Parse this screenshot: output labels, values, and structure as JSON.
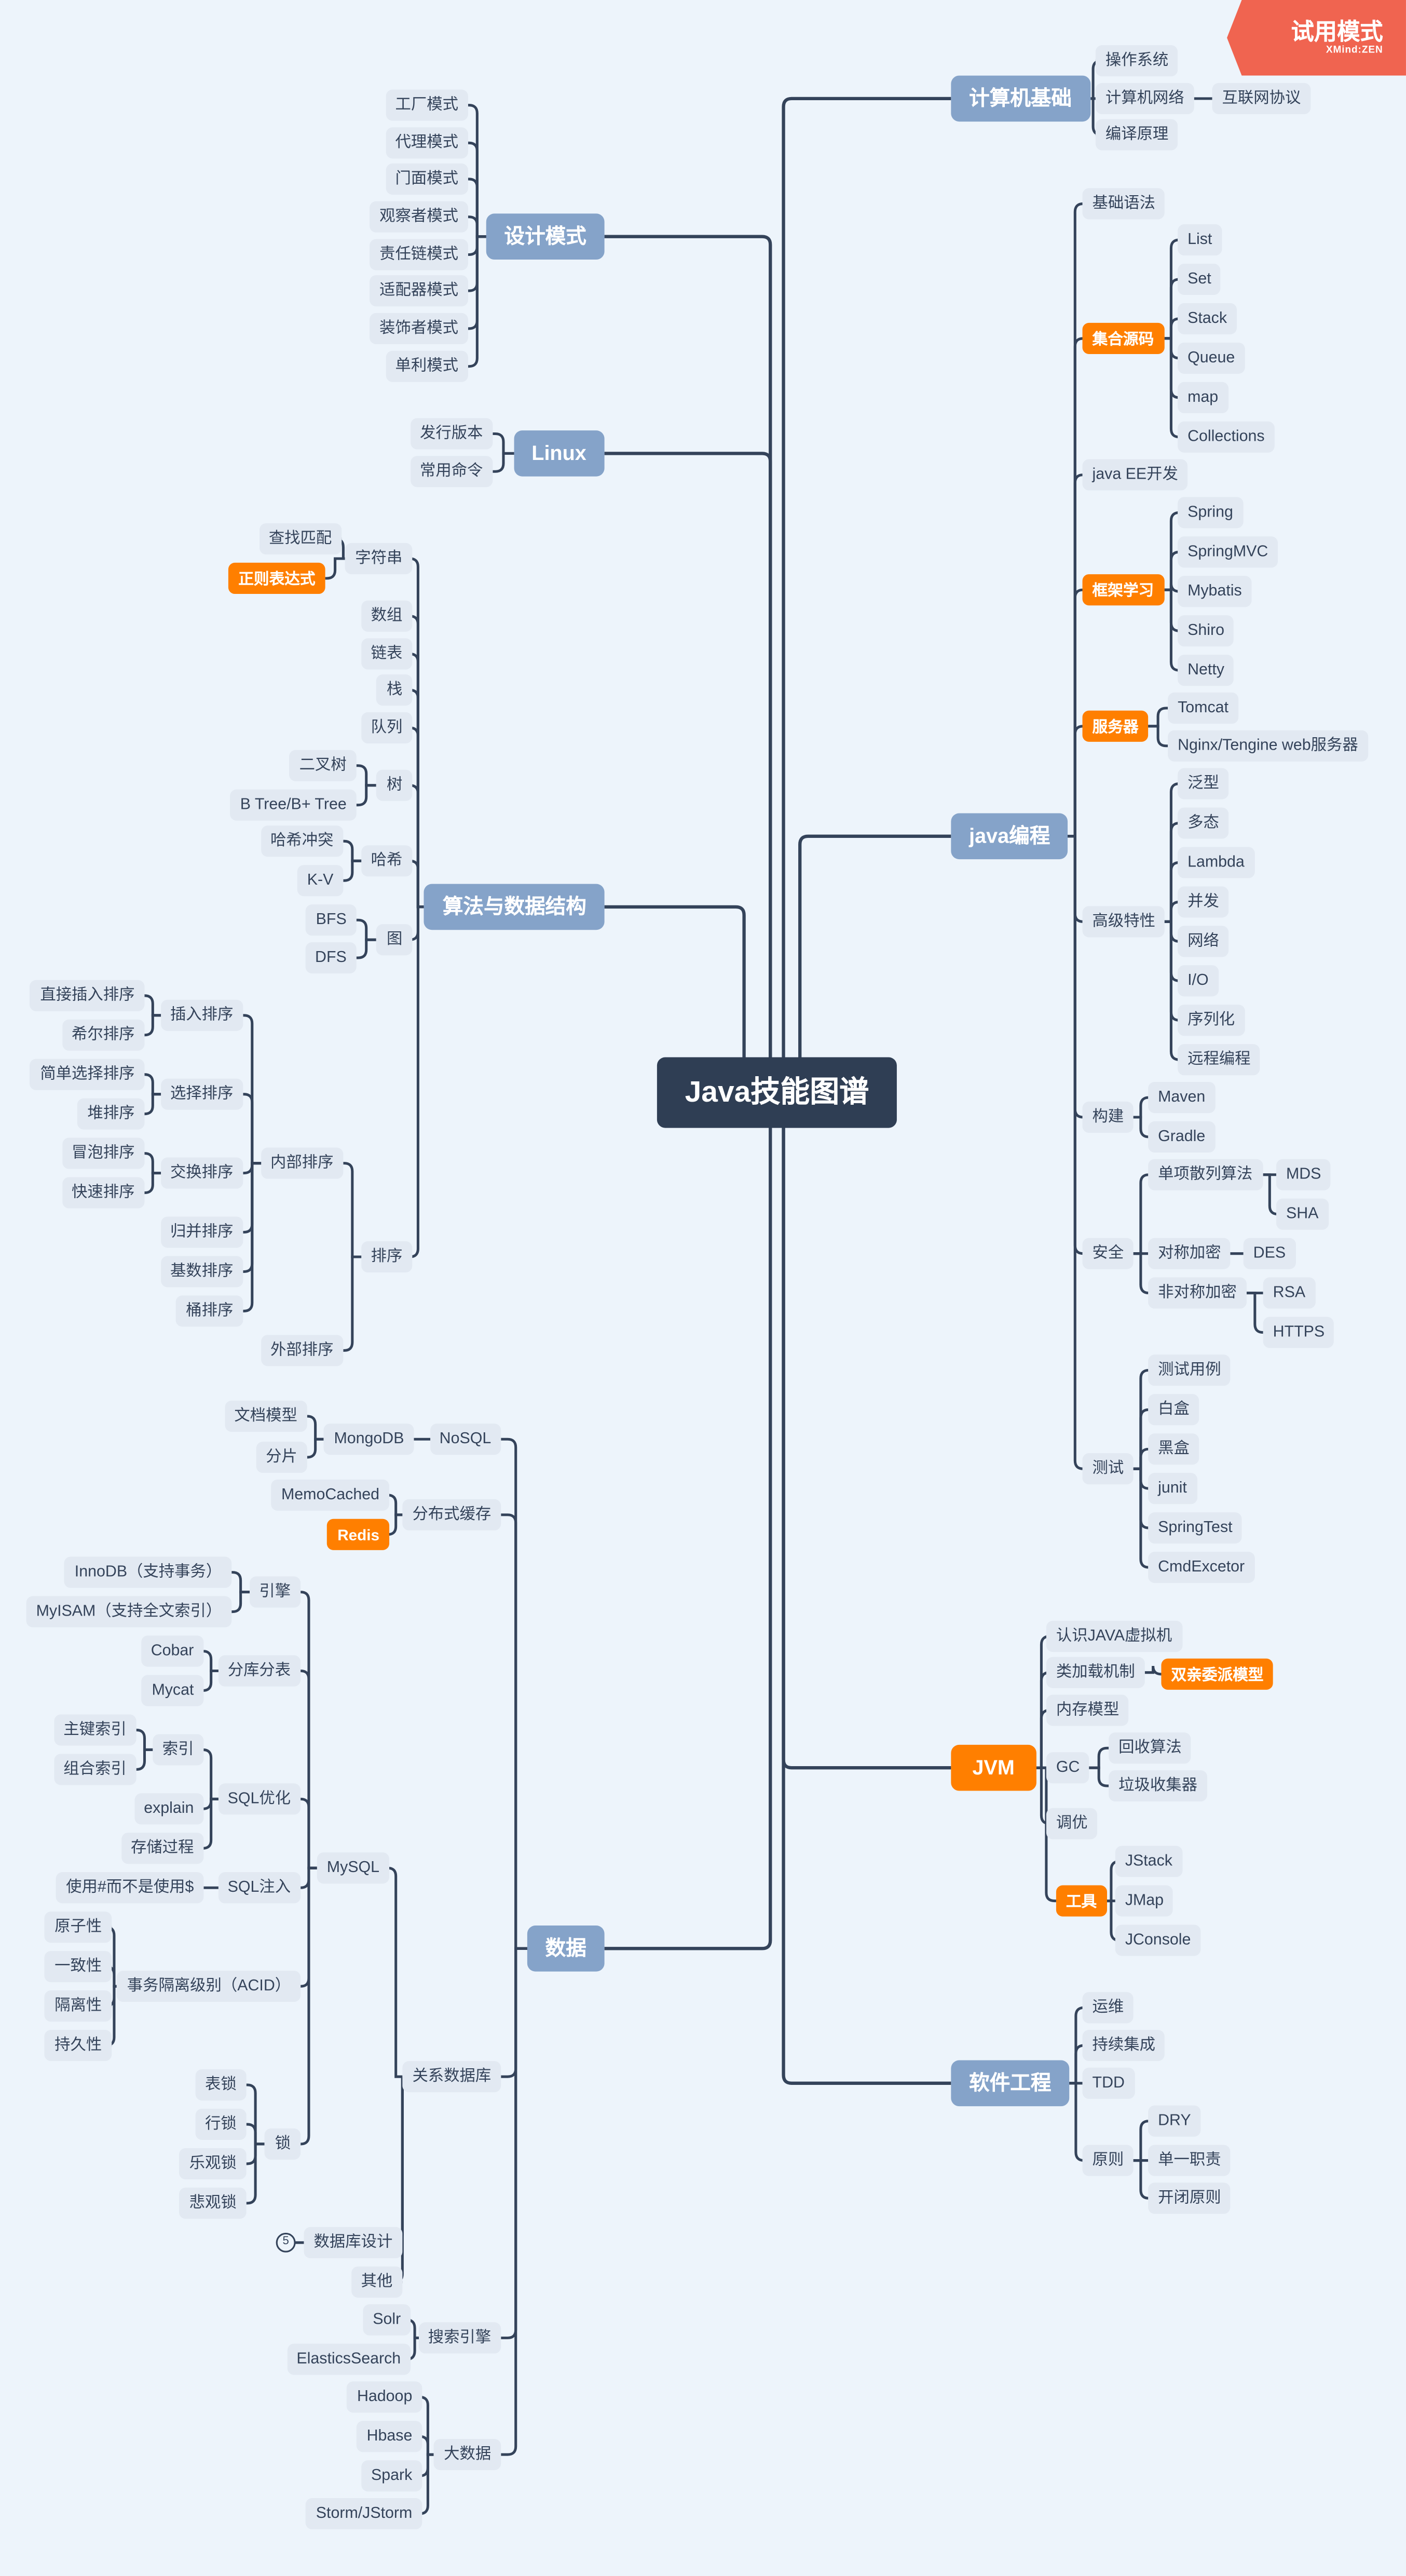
{
  "badge": {
    "title": "试用模式",
    "subtitle": "XMind:ZEN"
  },
  "colors": {
    "background": "#edf4fb",
    "root": "#2f3e54",
    "branch": "#85a3c9",
    "highlight": "#ff7f00",
    "line": "#34435a",
    "badge": "#f06450"
  },
  "root": {
    "label": "Java技能图谱",
    "children": [
      {
        "label": "计算机基础",
        "children": [
          {
            "label": "操作系统"
          },
          {
            "label": "计算机网络",
            "children": [
              {
                "label": "互联网协议"
              }
            ]
          },
          {
            "label": "编译原理"
          }
        ]
      },
      {
        "label": "java编程",
        "children": [
          {
            "label": "基础语法"
          },
          {
            "label": "集合源码",
            "highlight": true,
            "children": [
              {
                "label": "List"
              },
              {
                "label": "Set"
              },
              {
                "label": "Stack"
              },
              {
                "label": "Queue"
              },
              {
                "label": "map"
              },
              {
                "label": "Collections"
              }
            ]
          },
          {
            "label": "java EE开发"
          },
          {
            "label": "框架学习",
            "highlight": true,
            "children": [
              {
                "label": "Spring"
              },
              {
                "label": "SpringMVC"
              },
              {
                "label": "Mybatis"
              },
              {
                "label": "Shiro"
              },
              {
                "label": "Netty"
              }
            ]
          },
          {
            "label": "服务器",
            "highlight": true,
            "children": [
              {
                "label": "Tomcat"
              },
              {
                "label": "Nginx/Tengine web服务器"
              }
            ]
          },
          {
            "label": "高级特性",
            "children": [
              {
                "label": "泛型"
              },
              {
                "label": "多态"
              },
              {
                "label": "Lambda"
              },
              {
                "label": "并发"
              },
              {
                "label": "网络"
              },
              {
                "label": "I/O"
              },
              {
                "label": "序列化"
              },
              {
                "label": "远程编程"
              }
            ]
          },
          {
            "label": "构建",
            "children": [
              {
                "label": "Maven"
              },
              {
                "label": "Gradle"
              }
            ]
          },
          {
            "label": "安全",
            "children": [
              {
                "label": "单项散列算法",
                "children": [
                  {
                    "label": "MDS"
                  },
                  {
                    "label": "SHA"
                  }
                ]
              },
              {
                "label": "对称加密",
                "children": [
                  {
                    "label": "DES"
                  }
                ]
              },
              {
                "label": "非对称加密",
                "children": [
                  {
                    "label": "RSA"
                  },
                  {
                    "label": "HTTPS"
                  }
                ]
              }
            ]
          },
          {
            "label": "测试",
            "children": [
              {
                "label": "测试用例"
              },
              {
                "label": "白盒"
              },
              {
                "label": "黑盒"
              },
              {
                "label": "junit"
              },
              {
                "label": "SpringTest"
              },
              {
                "label": "CmdExcetor"
              }
            ]
          }
        ]
      },
      {
        "label": "JVM",
        "highlight": true,
        "children": [
          {
            "label": "认识JAVA虚拟机"
          },
          {
            "label": "类加载机制",
            "children": [
              {
                "label": "双亲委派模型",
                "highlight": true
              }
            ]
          },
          {
            "label": "内存模型"
          },
          {
            "label": "GC",
            "children": [
              {
                "label": "回收算法"
              },
              {
                "label": "垃圾收集器"
              }
            ]
          },
          {
            "label": "调优"
          },
          {
            "label": "工具",
            "highlight": true,
            "children": [
              {
                "label": "JStack"
              },
              {
                "label": "JMap"
              },
              {
                "label": "JConsole"
              }
            ]
          }
        ]
      },
      {
        "label": "软件工程",
        "children": [
          {
            "label": "运维"
          },
          {
            "label": "持续集成"
          },
          {
            "label": "TDD"
          },
          {
            "label": "原则",
            "children": [
              {
                "label": "DRY"
              },
              {
                "label": "单一职责"
              },
              {
                "label": "开闭原则"
              }
            ]
          }
        ]
      },
      {
        "label": "设计模式",
        "children": [
          {
            "label": "工厂模式"
          },
          {
            "label": "代理模式"
          },
          {
            "label": "门面模式"
          },
          {
            "label": "观察者模式"
          },
          {
            "label": "责任链模式"
          },
          {
            "label": "适配器模式"
          },
          {
            "label": "装饰者模式"
          },
          {
            "label": "单利模式"
          }
        ]
      },
      {
        "label": "Linux",
        "children": [
          {
            "label": "发行版本"
          },
          {
            "label": "常用命令"
          }
        ]
      },
      {
        "label": "算法与数据结构",
        "children": [
          {
            "label": "字符串",
            "children": [
              {
                "label": "查找匹配"
              },
              {
                "label": "正则表达式",
                "highlight": true
              }
            ]
          },
          {
            "label": "数组"
          },
          {
            "label": "链表"
          },
          {
            "label": "栈"
          },
          {
            "label": "队列"
          },
          {
            "label": "树",
            "children": [
              {
                "label": "二叉树"
              },
              {
                "label": "B Tree/B+ Tree"
              }
            ]
          },
          {
            "label": "哈希",
            "children": [
              {
                "label": "哈希冲突"
              },
              {
                "label": "K-V"
              }
            ]
          },
          {
            "label": "图",
            "children": [
              {
                "label": "BFS"
              },
              {
                "label": "DFS"
              }
            ]
          },
          {
            "label": "排序",
            "children": [
              {
                "label": "内部排序",
                "children": [
                  {
                    "label": "插入排序",
                    "children": [
                      {
                        "label": "直接插入排序"
                      },
                      {
                        "label": "希尔排序"
                      }
                    ]
                  },
                  {
                    "label": "选择排序",
                    "children": [
                      {
                        "label": "简单选择排序"
                      },
                      {
                        "label": "堆排序"
                      }
                    ]
                  },
                  {
                    "label": "交换排序",
                    "children": [
                      {
                        "label": "冒泡排序"
                      },
                      {
                        "label": "快速排序"
                      }
                    ]
                  },
                  {
                    "label": "归并排序"
                  },
                  {
                    "label": "基数排序"
                  },
                  {
                    "label": "桶排序"
                  }
                ]
              },
              {
                "label": "外部排序"
              }
            ]
          }
        ]
      },
      {
        "label": "数据",
        "children": [
          {
            "label": "NoSQL",
            "children": [
              {
                "label": "MongoDB",
                "children": [
                  {
                    "label": "文档模型"
                  },
                  {
                    "label": "分片"
                  }
                ]
              }
            ]
          },
          {
            "label": "分布式缓存",
            "children": [
              {
                "label": "MemoCached"
              },
              {
                "label": "Redis",
                "highlight": true
              }
            ]
          },
          {
            "label": "关系数据库",
            "children": [
              {
                "label": "MySQL",
                "children": [
                  {
                    "label": "引擎",
                    "children": [
                      {
                        "label": "InnoDB（支持事务）"
                      },
                      {
                        "label": "MyISAM（支持全文索引）"
                      }
                    ]
                  },
                  {
                    "label": "分库分表",
                    "children": [
                      {
                        "label": "Cobar"
                      },
                      {
                        "label": "Mycat"
                      }
                    ]
                  },
                  {
                    "label": "SQL优化",
                    "children": [
                      {
                        "label": "索引",
                        "children": [
                          {
                            "label": "主键索引"
                          },
                          {
                            "label": "组合索引"
                          }
                        ]
                      },
                      {
                        "label": "explain"
                      },
                      {
                        "label": "存储过程"
                      }
                    ]
                  },
                  {
                    "label": "SQL注入",
                    "children": [
                      {
                        "label": "使用#而不是使用$"
                      }
                    ]
                  },
                  {
                    "label": "事务隔离级别（ACID）",
                    "children": [
                      {
                        "label": "原子性"
                      },
                      {
                        "label": "一致性"
                      },
                      {
                        "label": "隔离性"
                      },
                      {
                        "label": "持久性"
                      }
                    ]
                  },
                  {
                    "label": "锁",
                    "children": [
                      {
                        "label": "表锁"
                      },
                      {
                        "label": "行锁"
                      },
                      {
                        "label": "乐观锁"
                      },
                      {
                        "label": "悲观锁"
                      }
                    ]
                  }
                ]
              },
              {
                "label": "数据库设计",
                "marker": "5"
              },
              {
                "label": "其他"
              }
            ]
          },
          {
            "label": "搜索引擎",
            "children": [
              {
                "label": "Solr"
              },
              {
                "label": "ElasticsSearch"
              }
            ]
          },
          {
            "label": "大数据",
            "children": [
              {
                "label": "Hadoop"
              },
              {
                "label": "Hbase"
              },
              {
                "label": "Spark"
              },
              {
                "label": "Storm/JStorm"
              }
            ]
          }
        ]
      }
    ]
  }
}
